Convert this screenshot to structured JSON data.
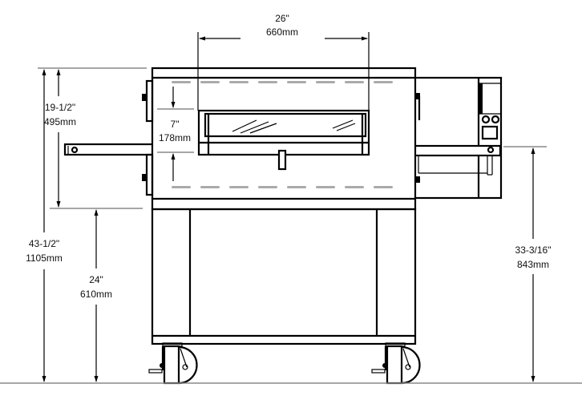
{
  "dimensions": {
    "window_width": {
      "imperial": "26\"",
      "metric": "660mm"
    },
    "oven_height": {
      "imperial": "19-1/2\"",
      "metric": "495mm"
    },
    "window_opening": {
      "imperial": "7\"",
      "metric": "178mm"
    },
    "overall_height": {
      "imperial": "43-1/2\"",
      "metric": "1105mm"
    },
    "stand_height": {
      "imperial": "24\"",
      "metric": "610mm"
    },
    "conveyor_height": {
      "imperial": "33-3/16\"",
      "metric": "843mm"
    }
  }
}
